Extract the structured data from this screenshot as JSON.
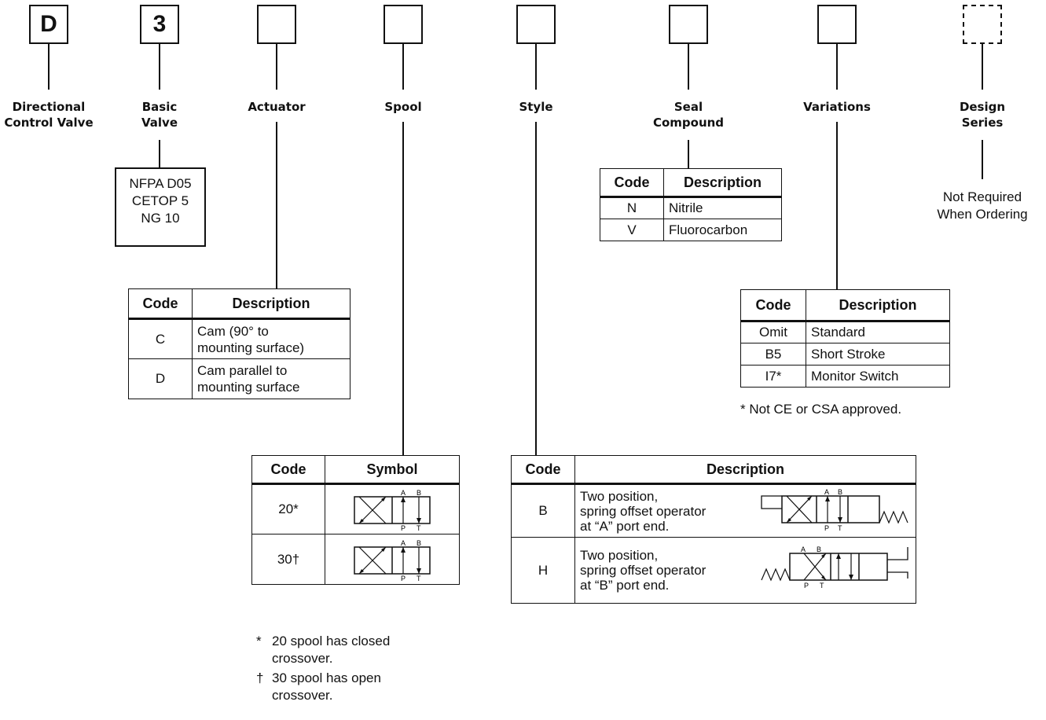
{
  "model_code": {
    "boxes": [
      {
        "value": "D",
        "label_lines": [
          "Directional",
          "Control Valve"
        ]
      },
      {
        "value": "3",
        "label_lines": [
          "Basic",
          "Valve"
        ]
      },
      {
        "value": "",
        "label_lines": [
          "Actuator"
        ]
      },
      {
        "value": "",
        "label_lines": [
          "Spool"
        ]
      },
      {
        "value": "",
        "label_lines": [
          "Style"
        ]
      },
      {
        "value": "",
        "label_lines": [
          "Seal",
          "Compound"
        ]
      },
      {
        "value": "",
        "label_lines": [
          "Variations"
        ]
      },
      {
        "value": "",
        "label_lines": [
          "Design",
          "Series"
        ]
      }
    ]
  },
  "basic_valve_info": [
    "NFPA D05",
    "CETOP 5",
    "NG 10"
  ],
  "design_series_note": [
    "Not Required",
    "When Ordering"
  ],
  "actuator_table": {
    "headers": [
      "Code",
      "Description"
    ],
    "rows": [
      {
        "code": "C",
        "desc": [
          "Cam (90° to",
          "mounting surface)"
        ]
      },
      {
        "code": "D",
        "desc": [
          "Cam parallel to",
          "mounting surface"
        ]
      }
    ]
  },
  "seal_table": {
    "headers": [
      "Code",
      "Description"
    ],
    "rows": [
      {
        "code": "N",
        "desc": "Nitrile"
      },
      {
        "code": "V",
        "desc": "Fluorocarbon"
      }
    ]
  },
  "variations_table": {
    "headers": [
      "Code",
      "Description"
    ],
    "rows": [
      {
        "code": "Omit",
        "desc": "Standard"
      },
      {
        "code": "B5",
        "desc": "Short Stroke"
      },
      {
        "code": "I7*",
        "desc": "Monitor Switch"
      }
    ],
    "footnote": "* Not CE or CSA approved."
  },
  "spool_table": {
    "headers": [
      "Code",
      "Symbol"
    ],
    "rows": [
      {
        "code": "20*",
        "symbol": "spool-20-symbol"
      },
      {
        "code": "30†",
        "symbol": "spool-30-symbol"
      }
    ],
    "footnotes": [
      {
        "mark": "*",
        "lines": [
          "20 spool has closed",
          "crossover."
        ]
      },
      {
        "mark": "†",
        "lines": [
          "30 spool has open",
          "crossover."
        ]
      }
    ]
  },
  "style_table": {
    "headers": [
      "Code",
      "Description"
    ],
    "rows": [
      {
        "code": "B",
        "desc": [
          "Two position,",
          "spring offset operator",
          "at “A” port end."
        ]
      },
      {
        "code": "H",
        "desc": [
          "Two position,",
          "spring offset operator",
          "at “B” port end."
        ]
      }
    ]
  },
  "port_labels": {
    "a": "A",
    "b": "B",
    "p": "P",
    "t": "T"
  }
}
